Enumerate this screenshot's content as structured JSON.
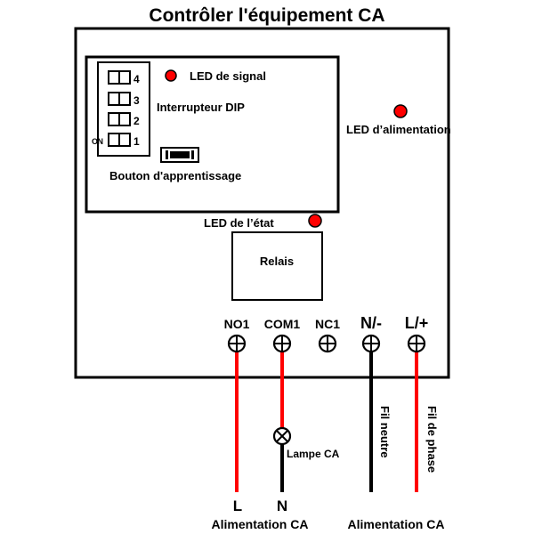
{
  "title": "Contrôler l'équipement CA",
  "colors": {
    "led": "#ff0000",
    "live_wire": "#ff0000",
    "neutral_wire": "#000000",
    "outline": "#000000"
  },
  "module": {
    "dip_switch": {
      "label": "Interrupteur DIP",
      "on_label": "ON",
      "positions": [
        "4",
        "3",
        "2",
        "1"
      ]
    },
    "learn_button_label": "Bouton d'apprentissage",
    "signal_led_label": "LED de signal"
  },
  "power_led_label": "LED d’alimentation",
  "status_led_label": "LED de l’état",
  "relay_label": "Relais",
  "terminals": [
    {
      "label": "NO1",
      "wire": "live"
    },
    {
      "label": "COM1",
      "wire": "live"
    },
    {
      "label": "NC1",
      "wire": "none"
    },
    {
      "label": "N/-",
      "wire": "neutral"
    },
    {
      "label": "L/+",
      "wire": "live"
    }
  ],
  "lamp_label": "Lampe CA",
  "wire_labels": {
    "neutral": "Fil neutre",
    "phase": "Fil de phase"
  },
  "bottom": {
    "l_label": "L",
    "n_label": "N",
    "supply_left": "Alimentation CA",
    "supply_right": "Alimentation CA"
  }
}
